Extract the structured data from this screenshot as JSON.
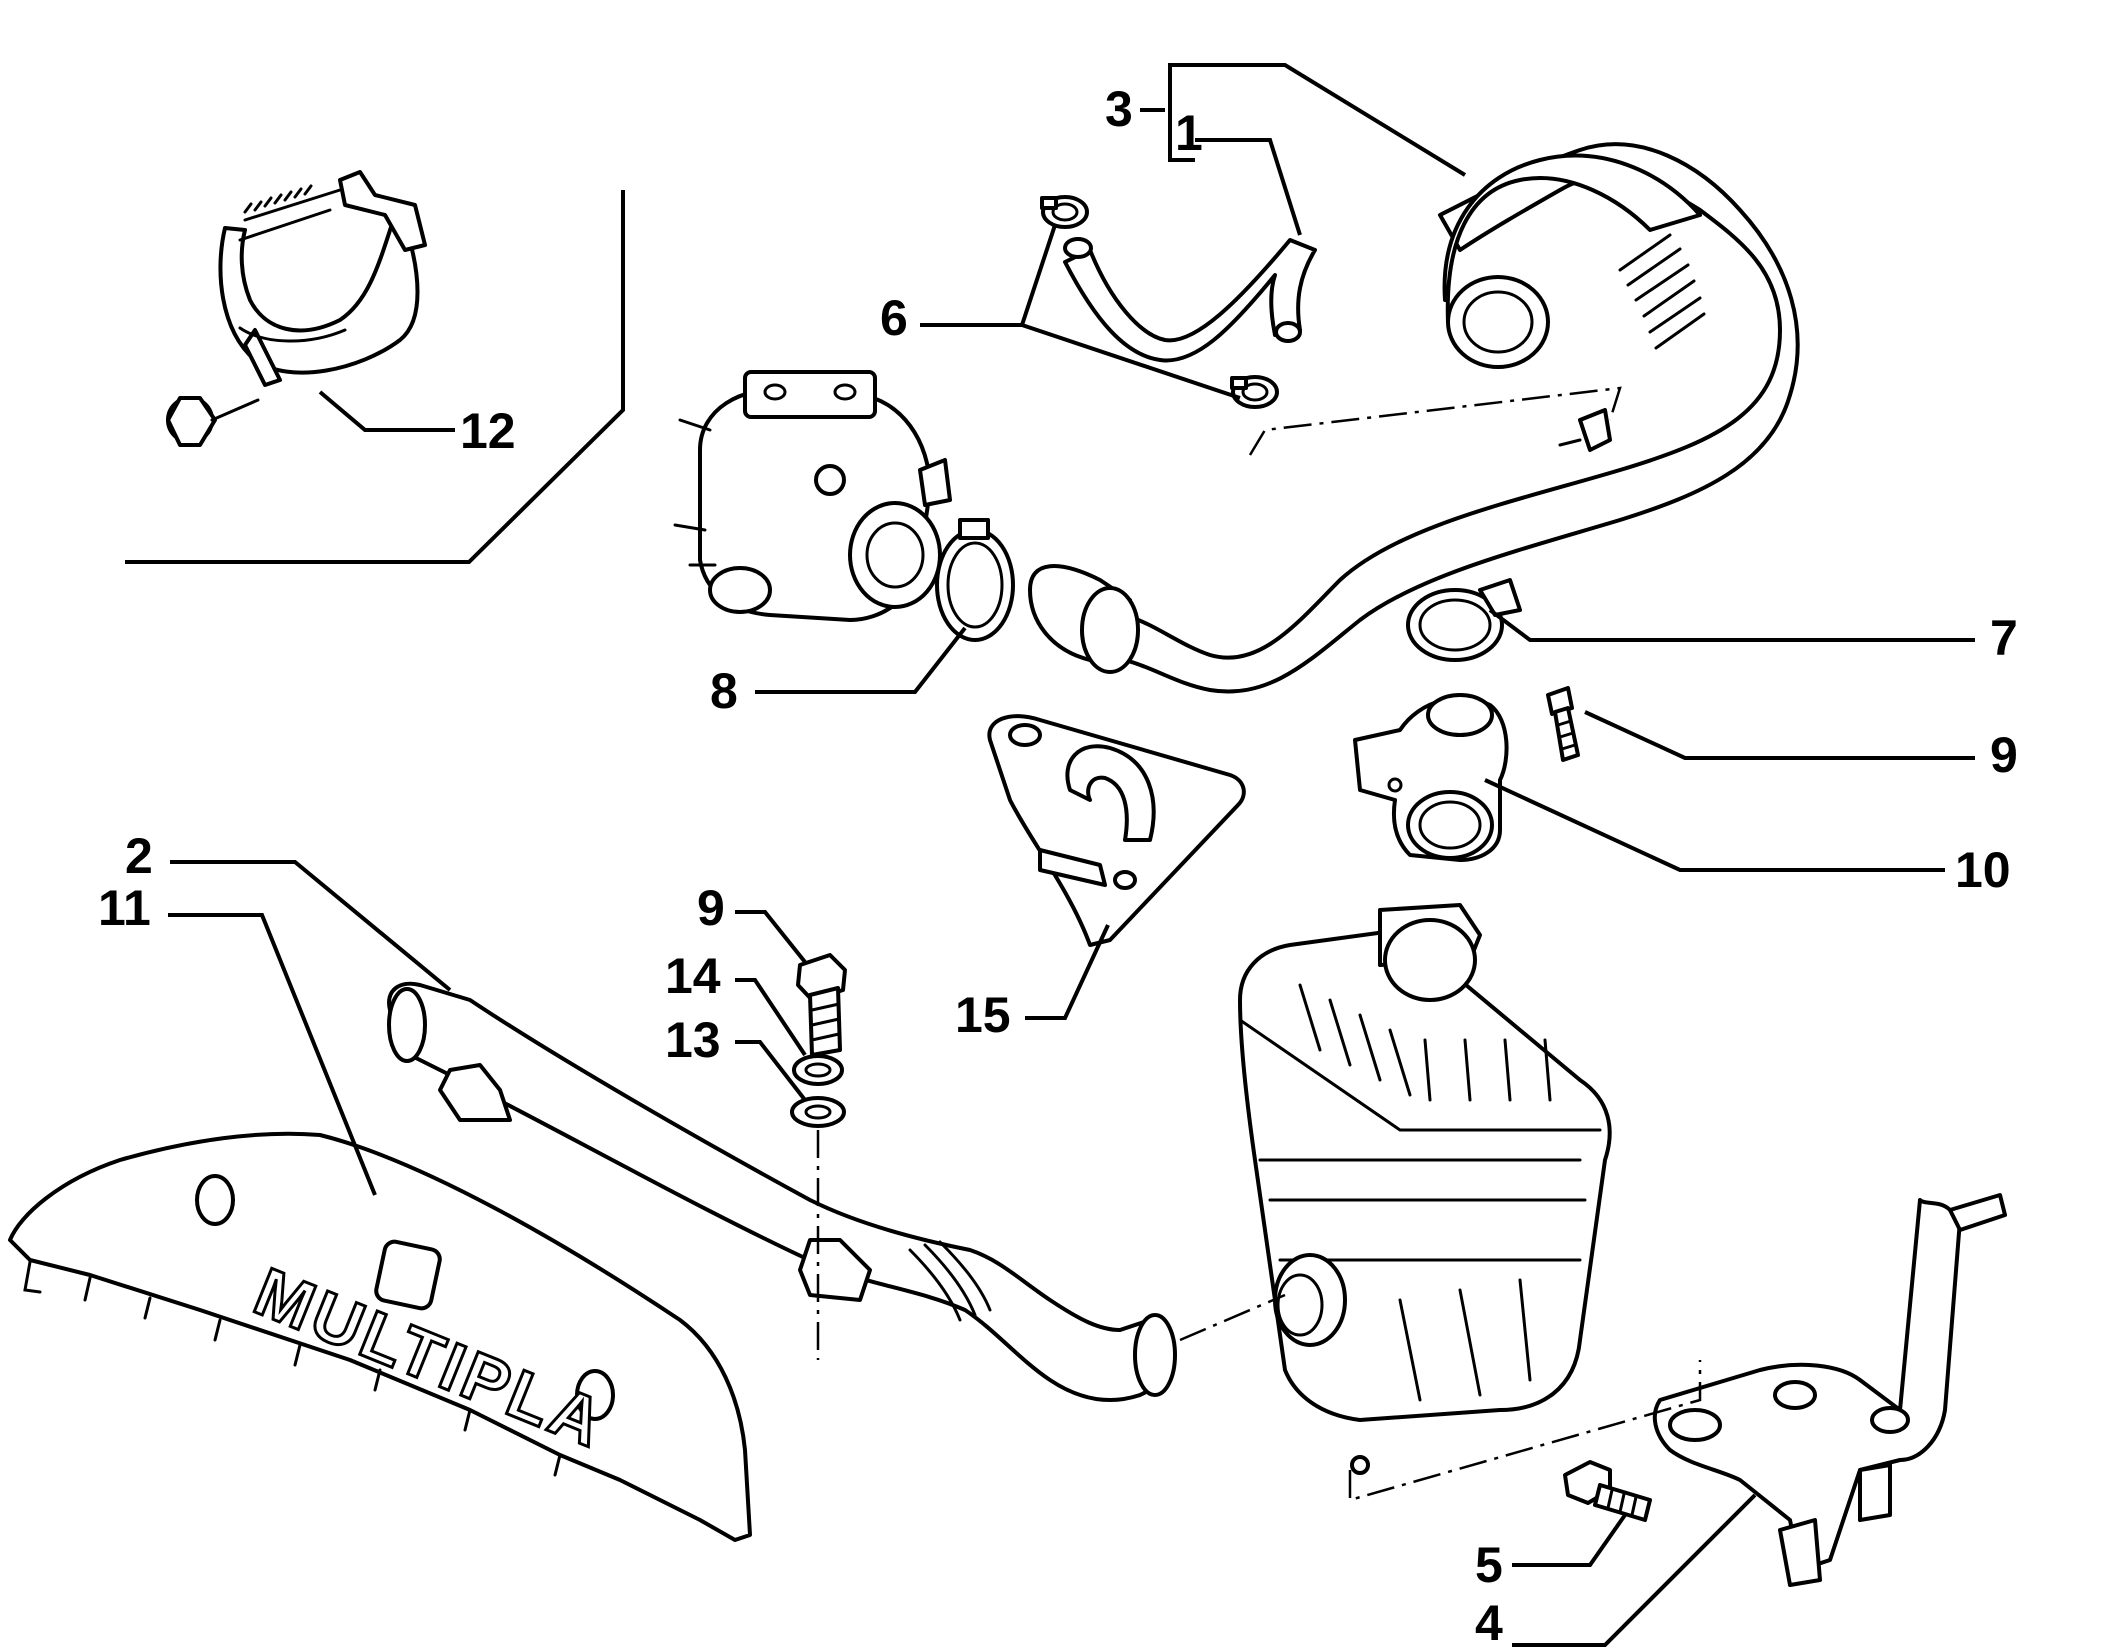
{
  "callouts": [
    {
      "id": "3",
      "label": "3"
    },
    {
      "id": "1",
      "label": "1"
    },
    {
      "id": "6",
      "label": "6"
    },
    {
      "id": "12",
      "label": "12"
    },
    {
      "id": "7",
      "label": "7"
    },
    {
      "id": "8",
      "label": "8"
    },
    {
      "id": "9a",
      "label": "9"
    },
    {
      "id": "10",
      "label": "10"
    },
    {
      "id": "2",
      "label": "2"
    },
    {
      "id": "11",
      "label": "11"
    },
    {
      "id": "9b",
      "label": "9"
    },
    {
      "id": "14",
      "label": "14"
    },
    {
      "id": "13",
      "label": "13"
    },
    {
      "id": "15",
      "label": "15"
    },
    {
      "id": "5",
      "label": "5"
    },
    {
      "id": "4",
      "label": "4"
    }
  ],
  "cover_logo_text": "MULTIPLA",
  "colors": {
    "ink": "#000000",
    "paper": "#ffffff"
  }
}
